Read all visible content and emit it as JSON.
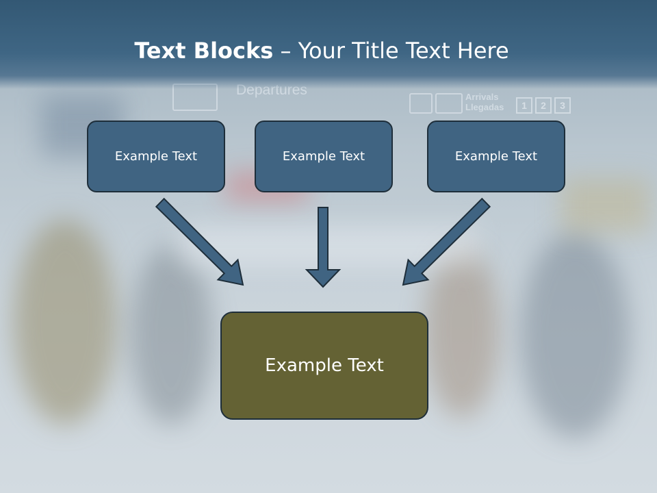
{
  "slide": {
    "title_bold": "Text Blocks",
    "title_rest": " – Your Title Text Here",
    "blocks": [
      {
        "label": "Example Text"
      },
      {
        "label": "Example Text"
      },
      {
        "label": "Example Text"
      }
    ],
    "result_block": {
      "label": "Example Text"
    },
    "background_signs": {
      "departures": "Departures",
      "arrivals": "Arrivals",
      "llegadas": "Llegadas",
      "gates": [
        "1",
        "2",
        "3"
      ]
    }
  },
  "colors": {
    "header": "#3f6684",
    "block_fill": "#406482",
    "result_fill": "#646234",
    "arrow_fill": "#406482",
    "outline": "#1e2e3a"
  }
}
